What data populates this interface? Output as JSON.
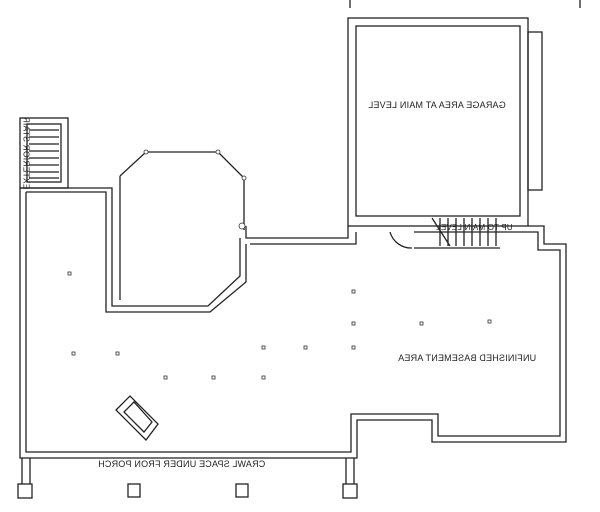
{
  "labels": {
    "exterior_stair": "EXTERIOR STAIR",
    "garage": "GARAGE AREA AT MAIN LEVEL",
    "up_to_main": "UP TO MAIN LEVEL",
    "basement": "UNFINISHED BASEMENT AREA",
    "crawl_space": "CRAWL SPACE UNDER FRON PORCH"
  }
}
